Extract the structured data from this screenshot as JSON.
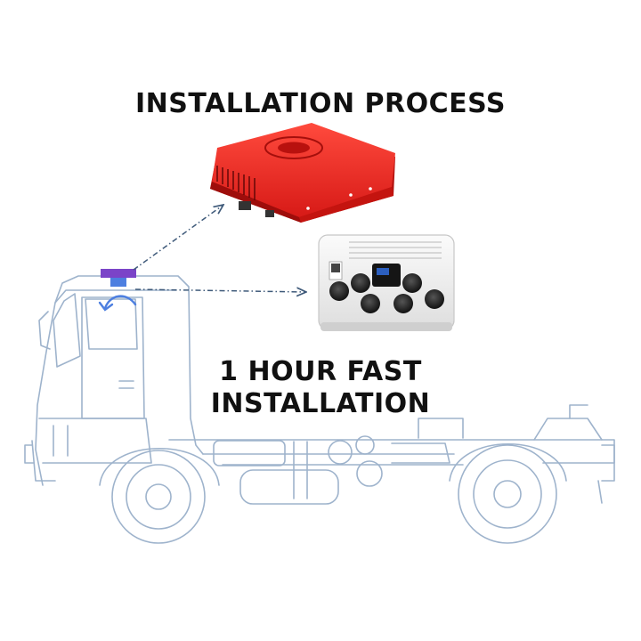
{
  "header": {
    "title": "INSTALLATION PROCESS"
  },
  "tagline": {
    "line1": "1 HOUR FAST",
    "line2": "INSTALLATION"
  },
  "icons": {
    "rooftop_unit": "red-rooftop-air-conditioner-unit",
    "interior_panel": "white-interior-vent-panel",
    "truck": "truck-chassis-line-drawing",
    "mount": "roof-mount-marker-icon",
    "airflow": "curved-airflow-arrow-icon"
  },
  "colors": {
    "unit_red": "#e8201e",
    "line_blue": "#9eb3cc",
    "arrow_navy": "#3f5a7a",
    "mount_purple": "#7b44c8",
    "mount_blue": "#4d7fe0",
    "text": "#111111"
  }
}
